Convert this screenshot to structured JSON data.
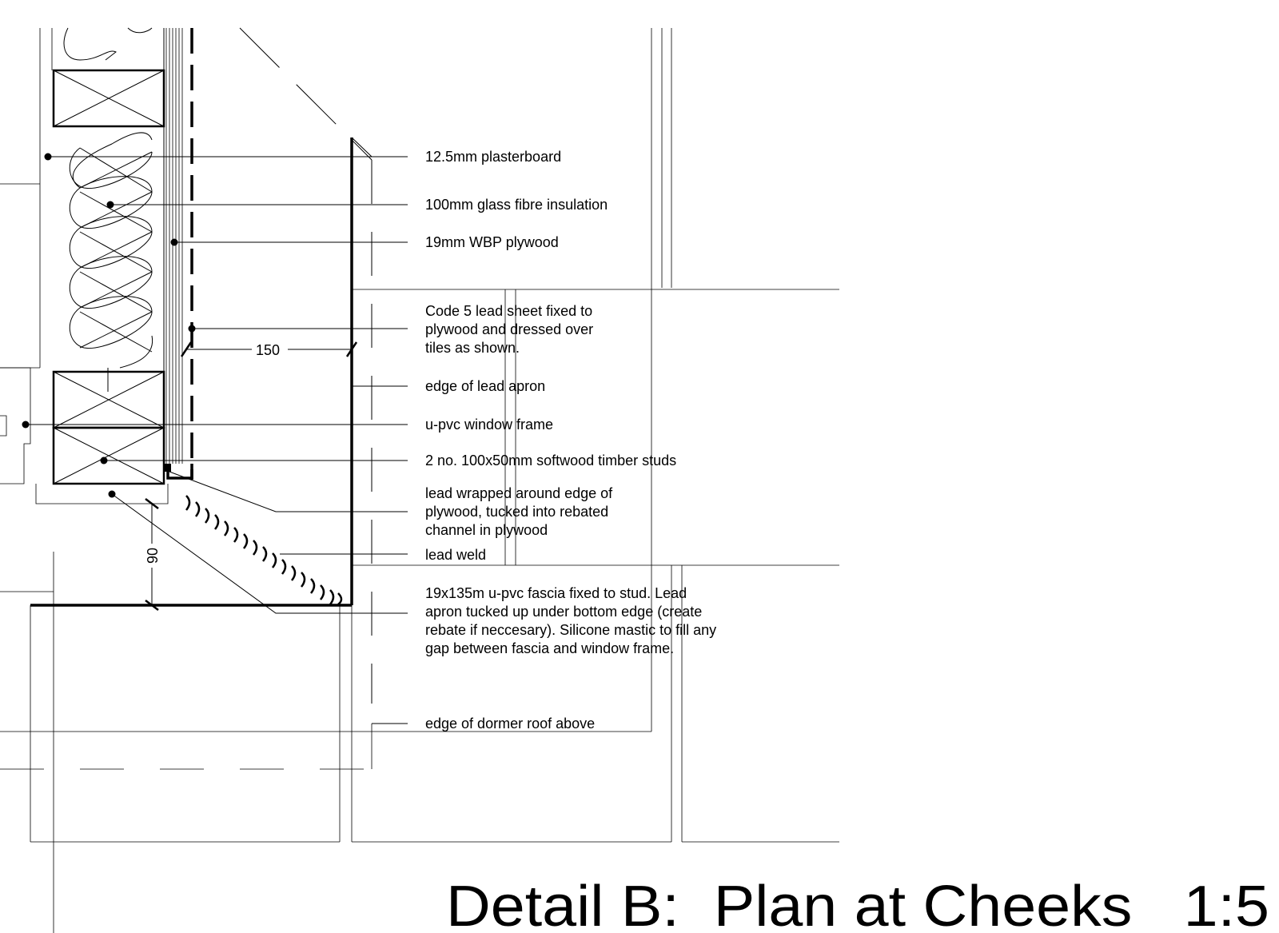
{
  "labels": {
    "plasterboard": "12.5mm plasterboard",
    "insulation": "100mm glass fibre insulation",
    "plywood": "19mm WBP plywood",
    "lead_sheet": [
      "Code 5 lead sheet fixed to",
      "plywood and dressed over",
      "tiles as shown."
    ],
    "lead_apron": "edge of lead apron",
    "window_frame": "u-pvc window frame",
    "timber_studs": "2 no. 100x50mm softwood timber studs",
    "lead_wrapped": [
      "lead wrapped around edge of",
      "plywood, tucked into rebated",
      "channel in plywood"
    ],
    "lead_weld": "lead weld",
    "fascia": [
      "19x135m u-pvc fascia fixed to stud. Lead",
      "apron tucked up under bottom edge (create",
      "rebate if neccesary). Silicone mastic to fill any",
      "gap between fascia and window frame."
    ],
    "dormer_edge": "edge of dormer roof above"
  },
  "dimensions": {
    "horizontal": "150",
    "vertical": "90"
  },
  "title": "Detail B:  Plan at Cheeks   1:5"
}
